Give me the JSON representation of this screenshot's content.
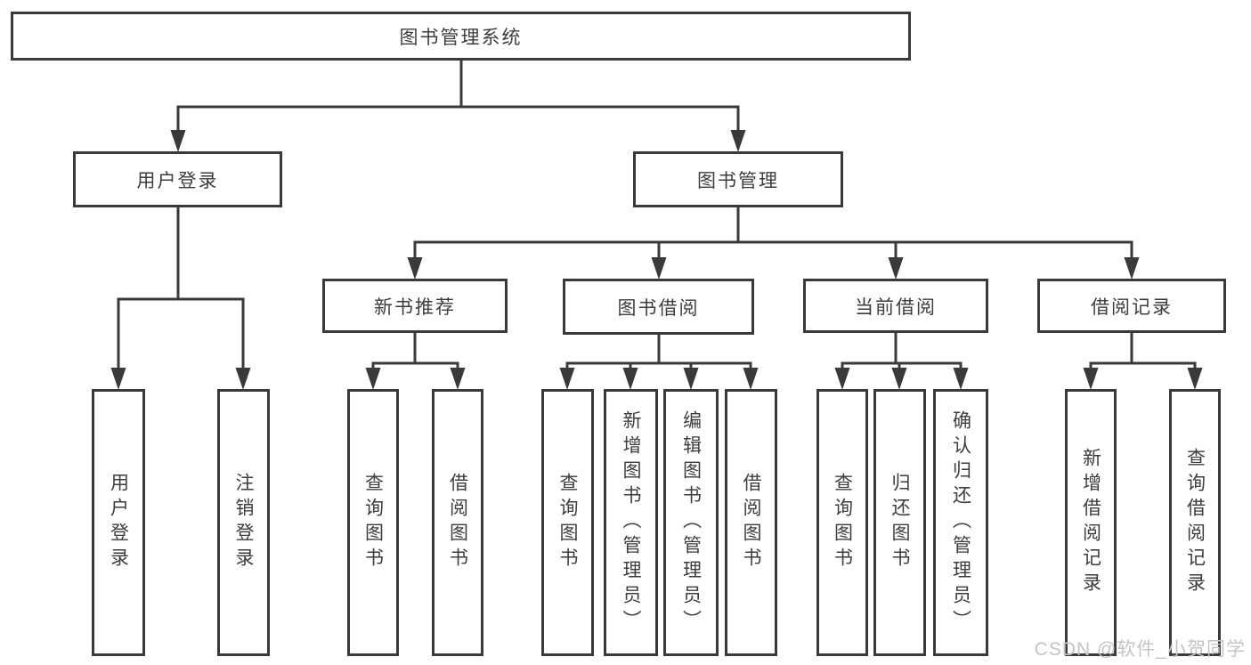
{
  "colors": {
    "background": "#ffffff",
    "box_border": "#3a3a3a",
    "line": "#3a3a3a",
    "text": "#3d3d3d",
    "watermark": "#c4c4c4"
  },
  "tree": {
    "root": {
      "label": "图书管理系统"
    },
    "children": [
      {
        "label": "用户登录",
        "children": [
          {
            "label": "用户登录"
          },
          {
            "label": "注销登录"
          }
        ]
      },
      {
        "label": "图书管理",
        "children": [
          {
            "label": "新书推荐",
            "children": [
              {
                "label": "查询图书"
              },
              {
                "label": "借阅图书"
              }
            ]
          },
          {
            "label": "图书借阅",
            "children": [
              {
                "label": "查询图书"
              },
              {
                "label": "新增图书（管理员）"
              },
              {
                "label": "编辑图书（管理员）"
              },
              {
                "label": "借阅图书"
              }
            ]
          },
          {
            "label": "当前借阅",
            "children": [
              {
                "label": "查询图书"
              },
              {
                "label": "归还图书"
              },
              {
                "label": "确认归还（管理员）"
              }
            ]
          },
          {
            "label": "借阅记录",
            "children": [
              {
                "label": "新增借阅记录"
              },
              {
                "label": "查询借阅记录"
              }
            ]
          }
        ]
      }
    ]
  },
  "watermark": {
    "text": "CSDN @软件_小贺同学"
  }
}
